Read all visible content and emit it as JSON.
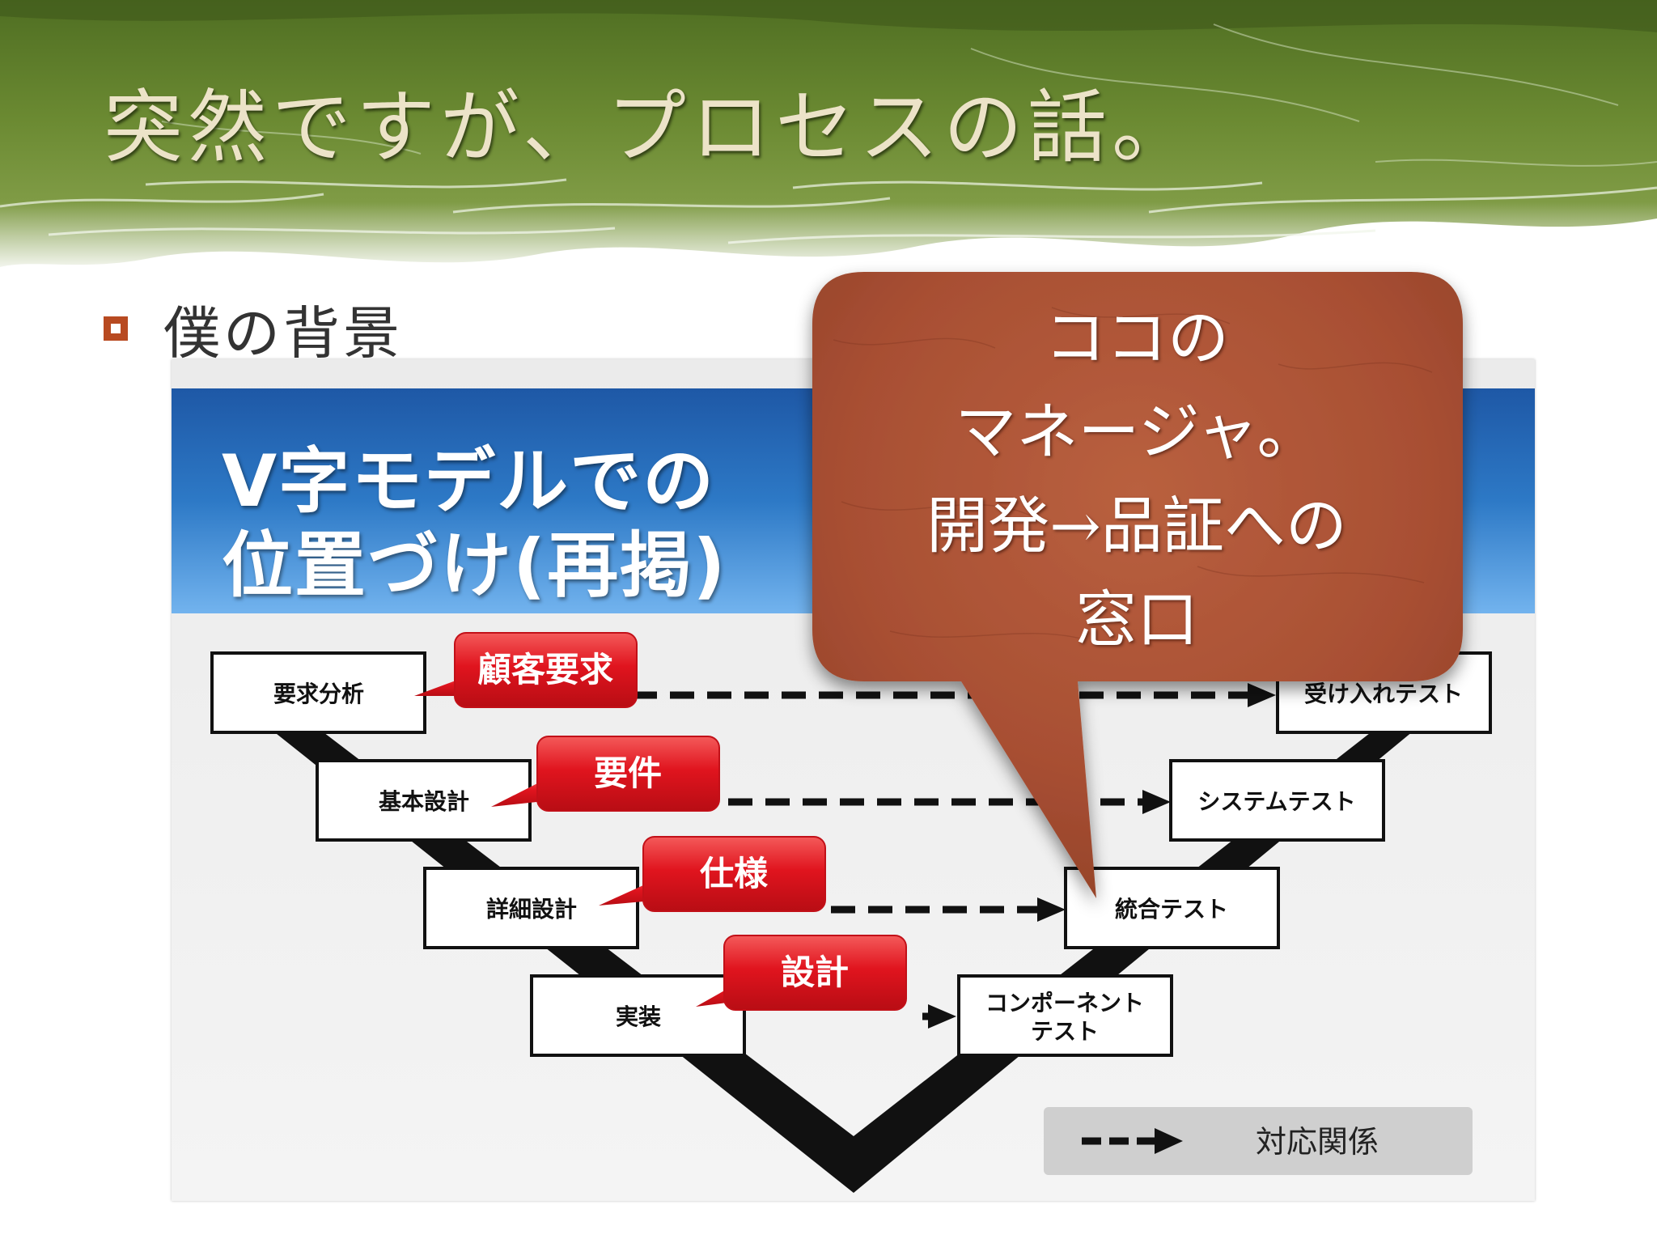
{
  "slide_title": "突然ですが、プロセスの話。",
  "bullet": "僕の背景",
  "embedded": {
    "title_line1": "V字モデルでの",
    "title_line2": "位置づけ(再掲)",
    "left_boxes": [
      "要求分析",
      "基本設計",
      "詳細設計",
      "実装"
    ],
    "right_boxes": [
      "受け入れテスト",
      "システムテスト",
      "統合テスト",
      "コンポーネント",
      "テスト"
    ],
    "callouts": [
      "顧客要求",
      "要件",
      "仕様",
      "設計"
    ],
    "legend_label": "対応関係"
  },
  "speech_bubble": {
    "lines": [
      "ココの",
      "マネージャ。",
      "開発→品証への",
      "窓口"
    ]
  },
  "colors": {
    "header_green": "#6b8a32",
    "bullet_accent": "#b84a21",
    "band_blue": "#2d79c6",
    "callout_red": "#e0141e",
    "bubble_brown": "#a84f33"
  }
}
